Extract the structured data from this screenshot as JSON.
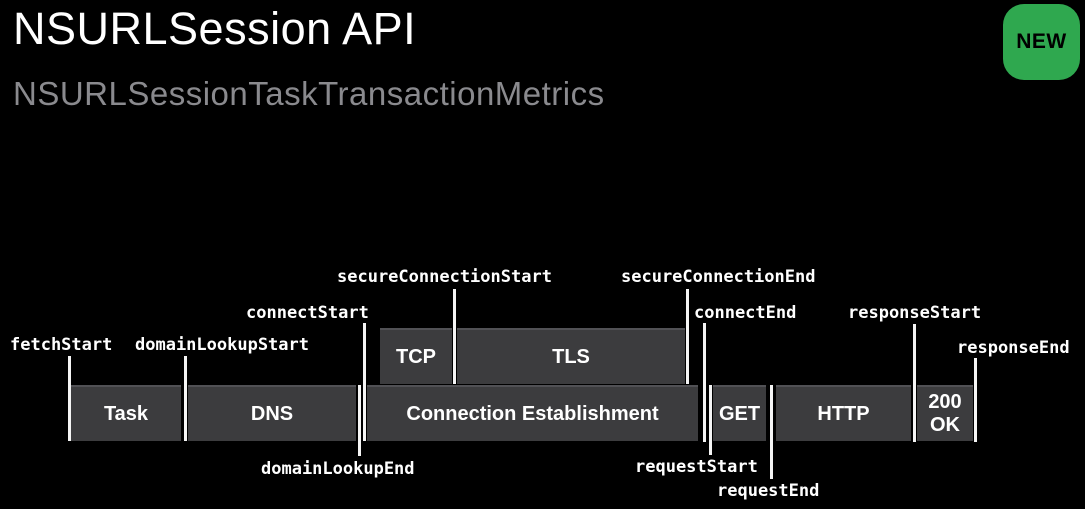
{
  "header": {
    "title": "NSURLSession API",
    "subtitle": "NSURLSessionTaskTransactionMetrics",
    "badge_label": "NEW"
  },
  "timeline": {
    "events": {
      "fetchStart": "fetchStart",
      "domainLookupStart": "domainLookupStart",
      "domainLookupEnd": "domainLookupEnd",
      "connectStart": "connectStart",
      "secureConnectionStart": "secureConnectionStart",
      "secureConnectionEnd": "secureConnectionEnd",
      "connectEnd": "connectEnd",
      "requestStart": "requestStart",
      "requestEnd": "requestEnd",
      "responseStart": "responseStart",
      "responseEnd": "responseEnd"
    },
    "phases": {
      "task": "Task",
      "dns": "DNS",
      "tcp": "TCP",
      "tls": "TLS",
      "connection_establishment": "Connection Establishment",
      "get": "GET",
      "http": "HTTP",
      "status": "200 OK"
    }
  },
  "colors": {
    "background": "#000000",
    "box_fill": "#3c3c3e",
    "box_top_highlight": "#515155",
    "tick_line": "#f5f5f5",
    "title_text": "#ffffff",
    "subtitle_text": "#8a8a8e",
    "badge_green": "#2fa84f",
    "badge_text": "#000000"
  }
}
